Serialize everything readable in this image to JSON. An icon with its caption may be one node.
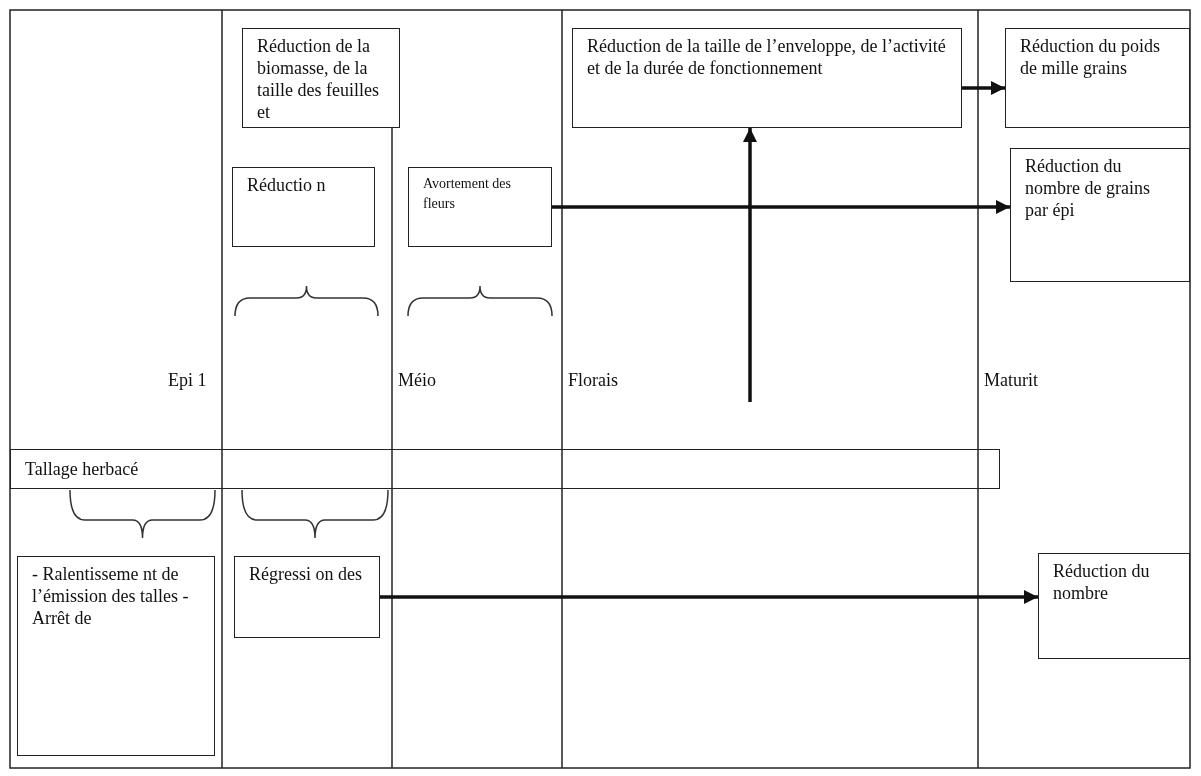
{
  "diagram": {
    "nodes": [
      {
        "text": [
          "Réduction de la biomasse, de la taille des feuilles et"
        ]
      },
      {
        "text": [
          "Réduction de la taille de l’enveloppe, de l’activité et de la durée de fonctionnement"
        ]
      },
      {
        "text": [
          "Réduction du poids de mille grains"
        ]
      },
      {
        "text": [
          "Réductio n"
        ]
      },
      {
        "text": [
          "Avortement des fleurs"
        ]
      },
      {
        "text": [
          "Réduction du nombre de grains par épi"
        ]
      },
      {
        "text": [
          "Tallage herbacé"
        ]
      },
      {
        "text": [
          "- Ralentisseme nt de l’émission des talles - Arrêt de"
        ]
      },
      {
        "text": [
          "Régressi on des"
        ]
      },
      {
        "text": [
          "Réduction du nombre"
        ]
      }
    ],
    "edges": [
      {
        "from": 1,
        "to": 2,
        "arrow": "to"
      },
      {
        "from": 4,
        "to": 5,
        "arrow": "to"
      },
      {
        "from": null,
        "to": 1,
        "arrow": "to"
      },
      {
        "from": 8,
        "to": 9,
        "arrow": "to"
      }
    ],
    "labels": [
      "Epi 1",
      "Méio",
      "Florais",
      "Maturit"
    ]
  }
}
